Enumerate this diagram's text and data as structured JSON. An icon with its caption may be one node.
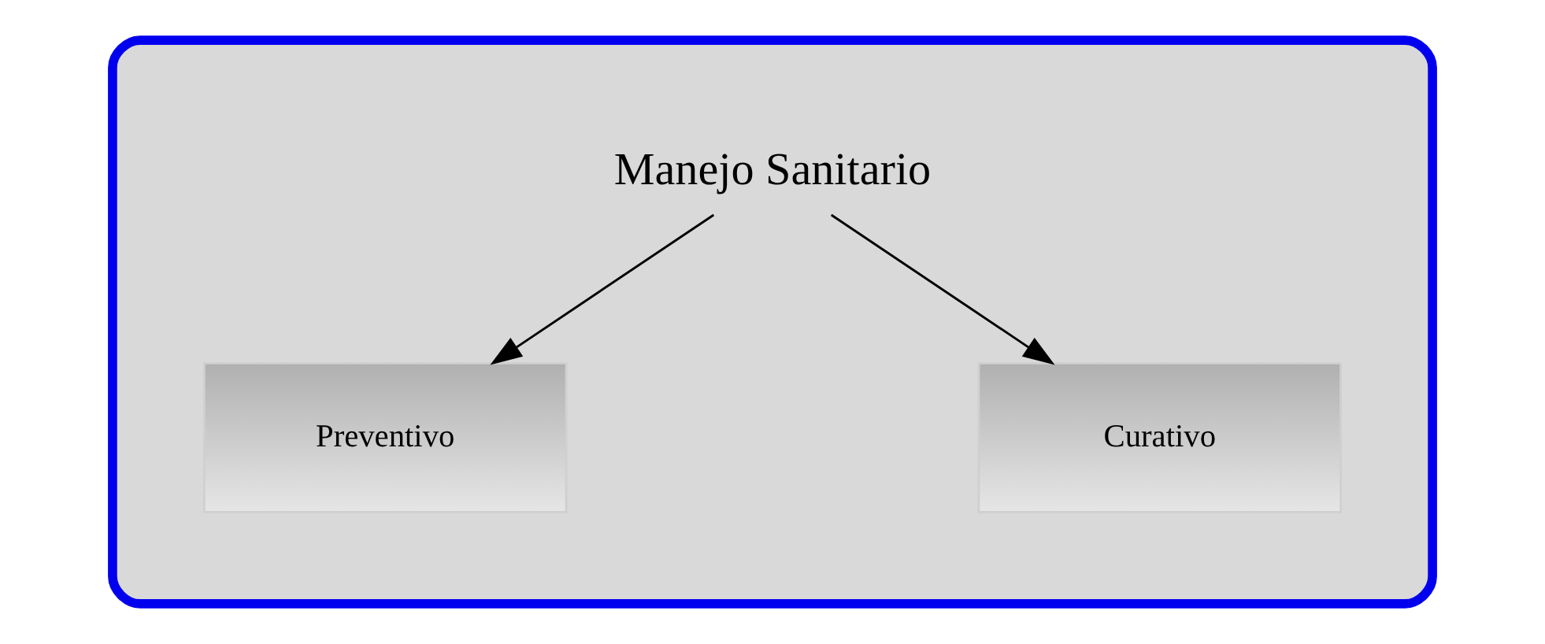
{
  "diagram": {
    "nodes": [
      {
        "text": [],
        "shape": "ellipse"
      },
      {
        "text": [
          "Manejo Sanitario"
        ],
        "in": 0
      },
      {
        "text": [
          "Preventivo"
        ],
        "in": 0
      },
      {
        "text": [
          "Curativo"
        ],
        "in": 0
      }
    ],
    "edges": [
      {
        "from": 1,
        "to": 2,
        "arrow": "to"
      },
      {
        "from": 1,
        "to": 3,
        "arrow": "to"
      }
    ]
  }
}
